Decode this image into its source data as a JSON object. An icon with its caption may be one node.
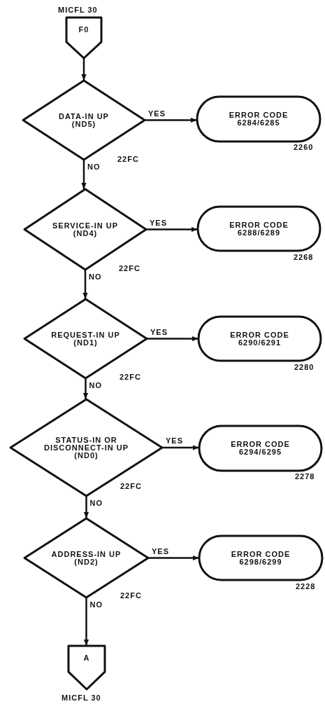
{
  "diagram": {
    "nodes": [
      {
        "text": [
          "F0"
        ],
        "beside": [
          "MICFL 30"
        ]
      },
      {
        "text": [
          "DATA-IN UP (ND5)"
        ],
        "beside": [
          "22FC"
        ]
      },
      {
        "text": [
          "ERROR CODE 6284/6285"
        ],
        "beside": [
          "2260"
        ]
      },
      {
        "text": [
          "SERVICE-IN UP (ND4)"
        ],
        "beside": [
          "22FC"
        ]
      },
      {
        "text": [
          "ERROR CODE 6288/6289"
        ],
        "beside": [
          "2268"
        ]
      },
      {
        "text": [
          "REQUEST-IN UP (ND1)"
        ],
        "beside": [
          "22FC"
        ]
      },
      {
        "text": [
          "ERROR CODE 6290/6291"
        ],
        "beside": [
          "2280"
        ]
      },
      {
        "text": [
          "STATUS-IN OR DISCONNECT-IN UP (ND0)"
        ],
        "beside": [
          "22FC"
        ]
      },
      {
        "text": [
          "ERROR CODE 6294/6295"
        ],
        "beside": [
          "2278"
        ]
      },
      {
        "text": [
          "ADDRESS-IN UP (ND2)"
        ],
        "beside": [
          "22FC"
        ]
      },
      {
        "text": [
          "ERROR CODE 6298/6299"
        ],
        "beside": [
          "2228"
        ]
      },
      {
        "text": [
          "A"
        ],
        "beside": [
          "MICFL 30"
        ]
      }
    ],
    "edges": [
      {
        "from": 0,
        "to": 1,
        "arrow": "to"
      },
      {
        "from": 1,
        "to": 2,
        "arrow": "to",
        "label": "YES"
      },
      {
        "from": 1,
        "to": 3,
        "arrow": "to",
        "label": "NO"
      },
      {
        "from": 3,
        "to": 4,
        "arrow": "to",
        "label": "YES"
      },
      {
        "from": 3,
        "to": 5,
        "arrow": "to",
        "label": "NO"
      },
      {
        "from": 5,
        "to": 6,
        "arrow": "to",
        "label": "YES"
      },
      {
        "from": 5,
        "to": 7,
        "arrow": "to",
        "label": "NO"
      },
      {
        "from": 7,
        "to": 8,
        "arrow": "to",
        "label": "YES"
      },
      {
        "from": 7,
        "to": 9,
        "arrow": "to",
        "label": "NO"
      },
      {
        "from": 9,
        "to": 10,
        "arrow": "to",
        "label": "YES"
      },
      {
        "from": 9,
        "to": 11,
        "arrow": "to",
        "label": "NO"
      }
    ]
  }
}
